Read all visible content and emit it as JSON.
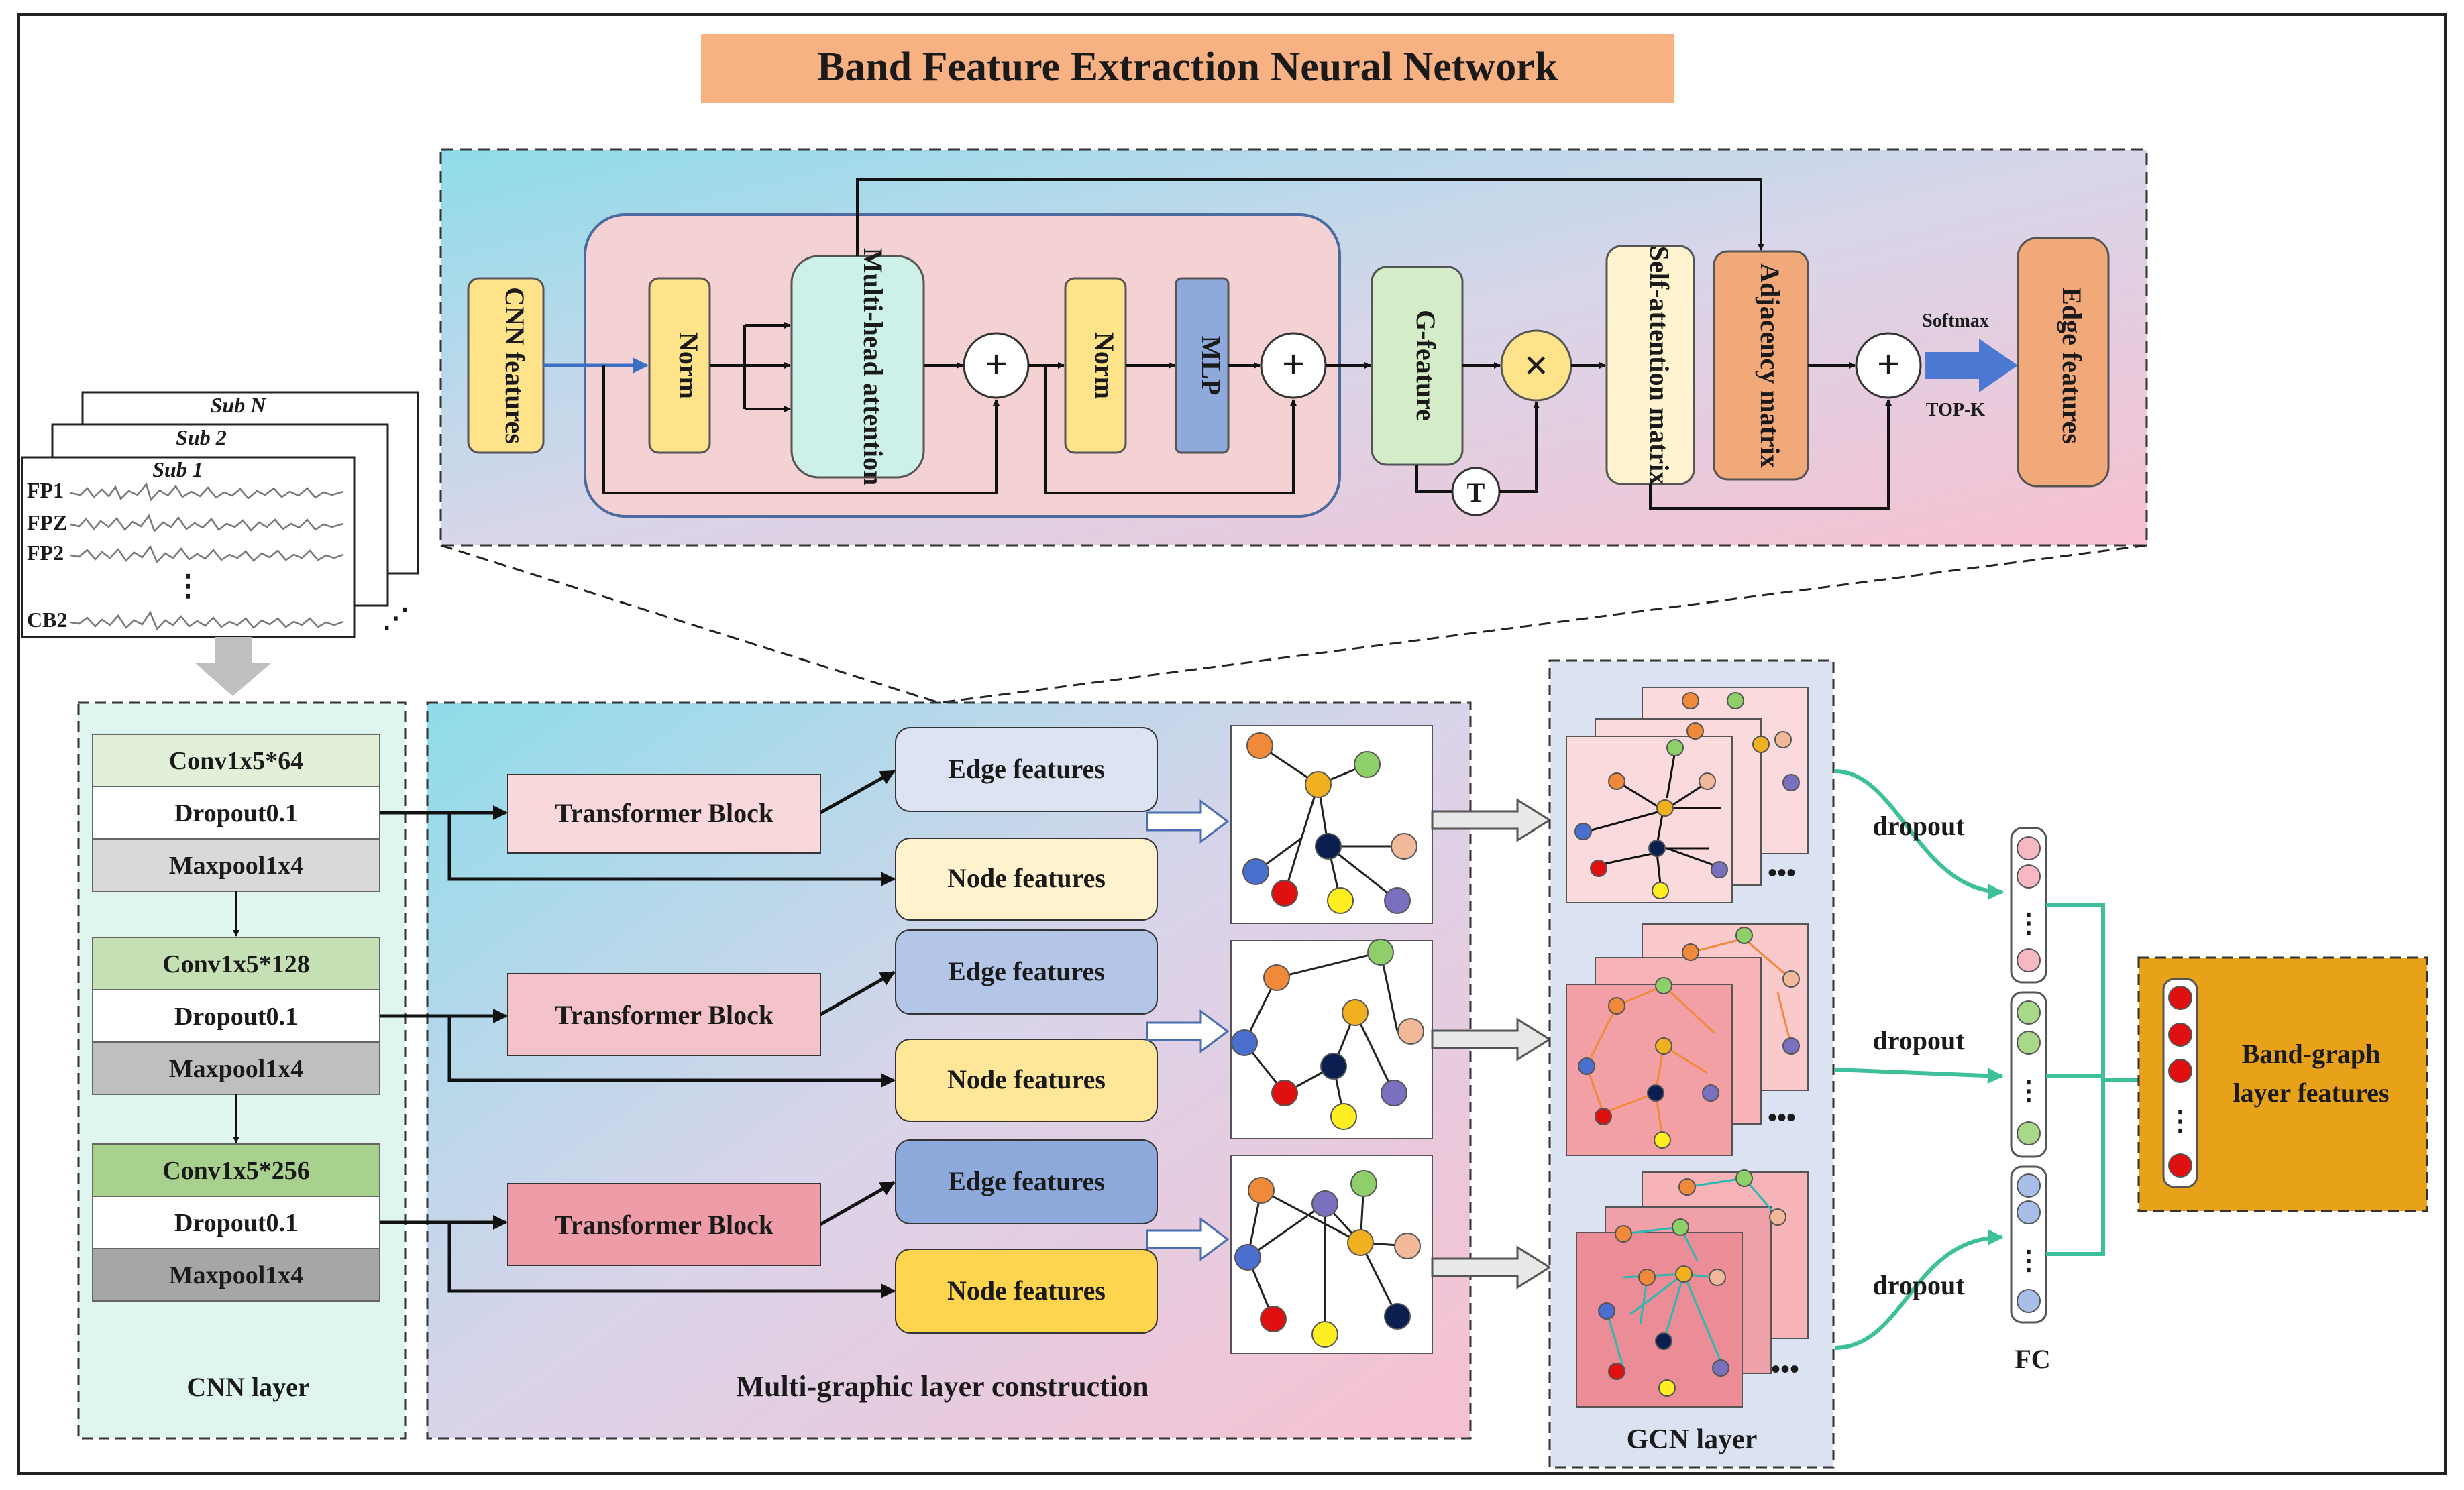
{
  "title": "Band Feature Extraction Neural Network",
  "top": {
    "cnn_features": "CNN features",
    "norm1": "Norm",
    "mha": "Multi-head attention",
    "plus": "+",
    "norm2": "Norm",
    "mlp": "MLP",
    "g_feature": "G-feature",
    "transpose": "T",
    "multiply": "×",
    "self_attention": "Self-attention matrix",
    "adjacency": "Adjacency matrix",
    "softmax": "Softmax",
    "topk": "TOP-K",
    "edge_features": "Edge features"
  },
  "eeg": {
    "subs": [
      "Sub N",
      "Sub 2",
      "Sub 1"
    ],
    "channels": [
      "FP1",
      "FPZ",
      "FP2",
      "CB2"
    ],
    "vdots": "⋮",
    "hdots": "⋰"
  },
  "cnn": {
    "stages": [
      {
        "conv": "Conv1x5*64",
        "drop": "Dropout0.1",
        "pool": "Maxpool1x4"
      },
      {
        "conv": "Conv1x5*128",
        "drop": "Dropout0.1",
        "pool": "Maxpool1x4"
      },
      {
        "conv": "Conv1x5*256",
        "drop": "Dropout0.1",
        "pool": "Maxpool1x4"
      }
    ],
    "label": "CNN layer"
  },
  "mg": {
    "rows": [
      {
        "transformer": "Transformer Block",
        "edge": "Edge features",
        "node": "Node features"
      },
      {
        "transformer": "Transformer Block",
        "edge": "Edge features",
        "node": "Node features"
      },
      {
        "transformer": "Transformer Block",
        "edge": "Edge features",
        "node": "Node features"
      }
    ],
    "label": "Multi-graphic layer construction"
  },
  "gcn": {
    "label": "GCN layer",
    "dots": "•••"
  },
  "dropouts": [
    "dropout",
    "dropout",
    "dropout"
  ],
  "fc": {
    "label": "FC",
    "dots": "⋮"
  },
  "output": {
    "label_line1": "Band-graph",
    "label_line2": "layer features"
  },
  "colors": {
    "title_bg": "#f7b183",
    "cnn_green": "#d9ead3",
    "transformer_pink": "#f4c7cc",
    "edge_blue": "#8ea9db",
    "node_yellow": "#ffe38a",
    "band_orange": "#e8a21a",
    "fc_green_arrow": "#3dbf9a"
  }
}
